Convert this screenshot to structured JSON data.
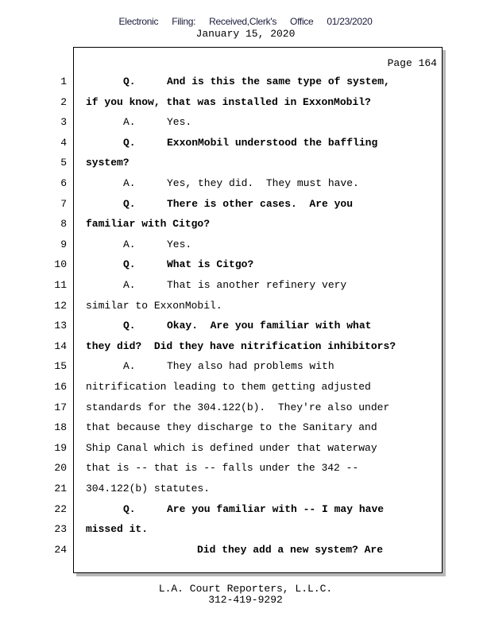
{
  "header": {
    "filing_stamp": "Electronic Filing: Received,Clerk's Office 01/23/2020",
    "date": "January 15, 2020"
  },
  "page_label": "Page 164",
  "lines": [
    {
      "num": "1",
      "label": "Q.",
      "text": "And is this the same type of system,",
      "bold": true
    },
    {
      "num": "2",
      "label": "",
      "text": "if you know, that was installed in ExxonMobil?",
      "bold": true
    },
    {
      "num": "3",
      "label": "A.",
      "text": "Yes.",
      "bold": false
    },
    {
      "num": "4",
      "label": "Q.",
      "text": "ExxonMobil understood the baffling",
      "bold": true
    },
    {
      "num": "5",
      "label": "",
      "text": "system?",
      "bold": true
    },
    {
      "num": "6",
      "label": "A.",
      "text": "Yes, they did.  They must have.",
      "bold": false
    },
    {
      "num": "7",
      "label": "Q.",
      "text": "There is other cases.  Are you",
      "bold": true
    },
    {
      "num": "8",
      "label": "",
      "text": "familiar with Citgo?",
      "bold": true
    },
    {
      "num": "9",
      "label": "A.",
      "text": "Yes.",
      "bold": false
    },
    {
      "num": "10",
      "label": "Q.",
      "text": "What is Citgo?",
      "bold": true
    },
    {
      "num": "11",
      "label": "A.",
      "text": "That is another refinery very",
      "bold": false
    },
    {
      "num": "12",
      "label": "",
      "text": "similar to ExxonMobil.",
      "bold": false
    },
    {
      "num": "13",
      "label": "Q.",
      "text": "Okay.  Are you familiar with what",
      "bold": true
    },
    {
      "num": "14",
      "label": "",
      "text": "they did?  Did they have nitrification inhibitors?",
      "bold": true
    },
    {
      "num": "15",
      "label": "A.",
      "text": "They also had problems with",
      "bold": false
    },
    {
      "num": "16",
      "label": "",
      "text": "nitrification leading to them getting adjusted",
      "bold": false
    },
    {
      "num": "17",
      "label": "",
      "text": "standards for the 304.122(b).  They're also under",
      "bold": false
    },
    {
      "num": "18",
      "label": "",
      "text": "that because they discharge to the Sanitary and",
      "bold": false
    },
    {
      "num": "19",
      "label": "",
      "text": "Ship Canal which is defined under that waterway",
      "bold": false
    },
    {
      "num": "20",
      "label": "",
      "text": "that is -- that is -- falls under the 342 --",
      "bold": false
    },
    {
      "num": "21",
      "label": "",
      "text": "304.122(b) statutes.",
      "bold": false
    },
    {
      "num": "22",
      "label": "Q.",
      "text": "Are you familiar with -- I may have",
      "bold": true
    },
    {
      "num": "23",
      "label": "",
      "text": "missed it.",
      "bold": true
    },
    {
      "num": "24",
      "label": "",
      "text": "Did they add a new system? Are",
      "bold": true,
      "deep": true
    }
  ],
  "footer": {
    "company": "L.A. Court Reporters, L.L.C.",
    "phone": "312-419-9292"
  }
}
